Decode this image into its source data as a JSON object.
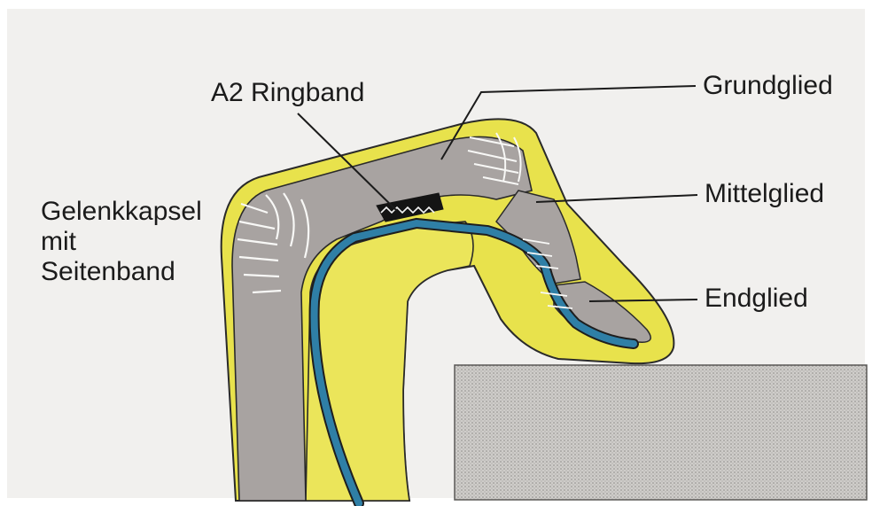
{
  "labels": {
    "a2_ringband": "A2 Ringband",
    "grundglied": "Grundglied",
    "mittelglied": "Mittelglied",
    "endglied": "Endglied",
    "gelenkkapsel": [
      "Gelenkkapsel",
      "mit",
      "Seitenband"
    ]
  },
  "colors": {
    "paper": "#f1f0ee",
    "skin": "#e8e24c",
    "bone": "#a8a3a1",
    "tendon": "#2f7fa6",
    "ligament": "#141414",
    "surface": "#c9c7c4"
  }
}
